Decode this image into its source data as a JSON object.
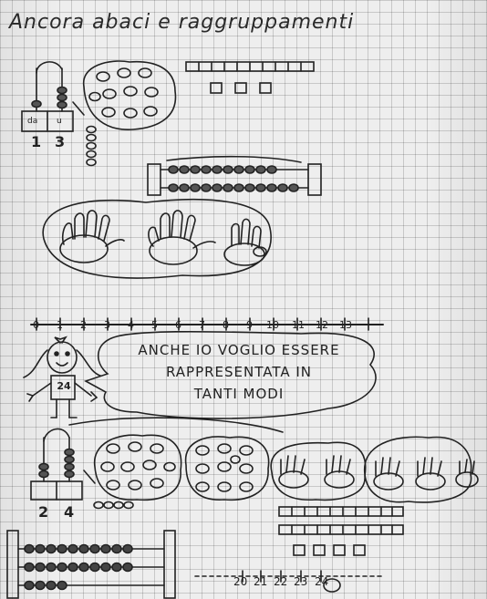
{
  "title": "Ancora abaci e raggruppamenti",
  "abacus_top": {
    "col_da": "da",
    "col_u": "u",
    "digit_da": "1",
    "digit_u": "3"
  },
  "number_line": {
    "ticks": [
      "0",
      "1",
      "2",
      "3",
      "4",
      "5",
      "6",
      "7",
      "8",
      "9",
      "10",
      "11",
      "12",
      "13"
    ]
  },
  "speech_bubble": {
    "line1": "ANCHE IO VOGLIO ESSERE",
    "line2": "RAPPRESENTATA IN",
    "line3": "TANTI MODI"
  },
  "girl": {
    "number": "24"
  },
  "abacus_bottom": {
    "digit_da": "2",
    "digit_u": "4"
  },
  "number_line_bottom": {
    "ticks": [
      "20",
      "21",
      "22",
      "23",
      "24"
    ]
  },
  "colors": {
    "ink": "#222222",
    "paper": "#eeeeee",
    "grid": "#c8c8c8"
  }
}
